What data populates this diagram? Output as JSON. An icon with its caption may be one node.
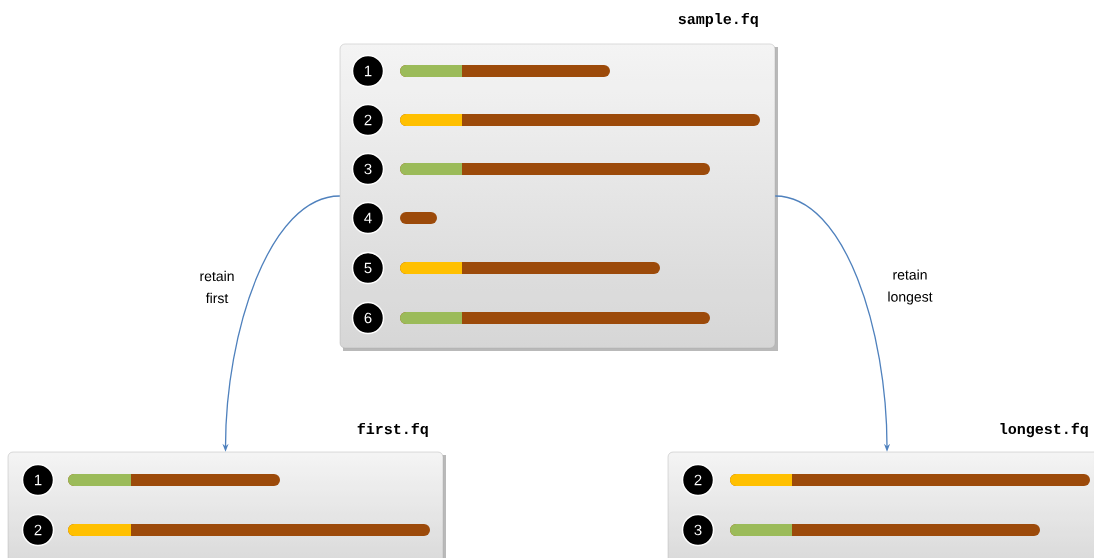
{
  "diagram": {
    "nodes": [
      {
        "text": [
          "sample.fq"
        ]
      },
      {
        "text": [
          "1"
        ],
        "in": 0
      },
      {
        "text": [
          "2"
        ],
        "in": 0
      },
      {
        "text": [
          "3"
        ],
        "in": 0
      },
      {
        "text": [
          "4"
        ],
        "in": 0
      },
      {
        "text": [
          "5"
        ],
        "in": 0
      },
      {
        "text": [
          "6"
        ],
        "in": 0
      },
      {
        "text": [
          "first.fq"
        ]
      },
      {
        "text": [
          "1"
        ],
        "in": 7
      },
      {
        "text": [
          "2"
        ],
        "in": 7
      },
      {
        "text": [
          "longest.fq"
        ]
      },
      {
        "text": [
          "2"
        ],
        "in": 10
      },
      {
        "text": [
          "3"
        ],
        "in": 10
      }
    ],
    "edges": [
      {
        "from": 0,
        "to": 7,
        "arrow": "to",
        "label": "retain first"
      },
      {
        "from": 0,
        "to": 10,
        "arrow": "to",
        "label": "retain longest"
      }
    ]
  }
}
